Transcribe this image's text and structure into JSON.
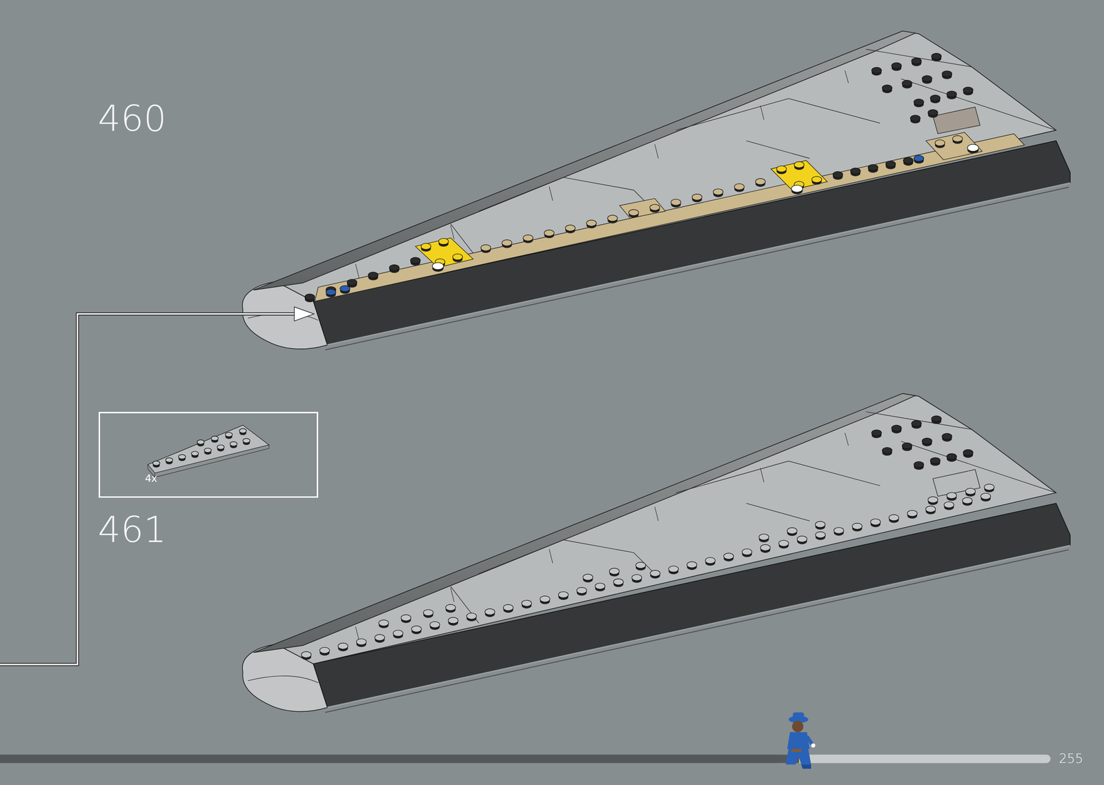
{
  "diagram": {
    "nodes": [
      {
        "text": [
          "4x"
        ]
      }
    ],
    "labels": [
      "460",
      "461",
      "255"
    ]
  }
}
